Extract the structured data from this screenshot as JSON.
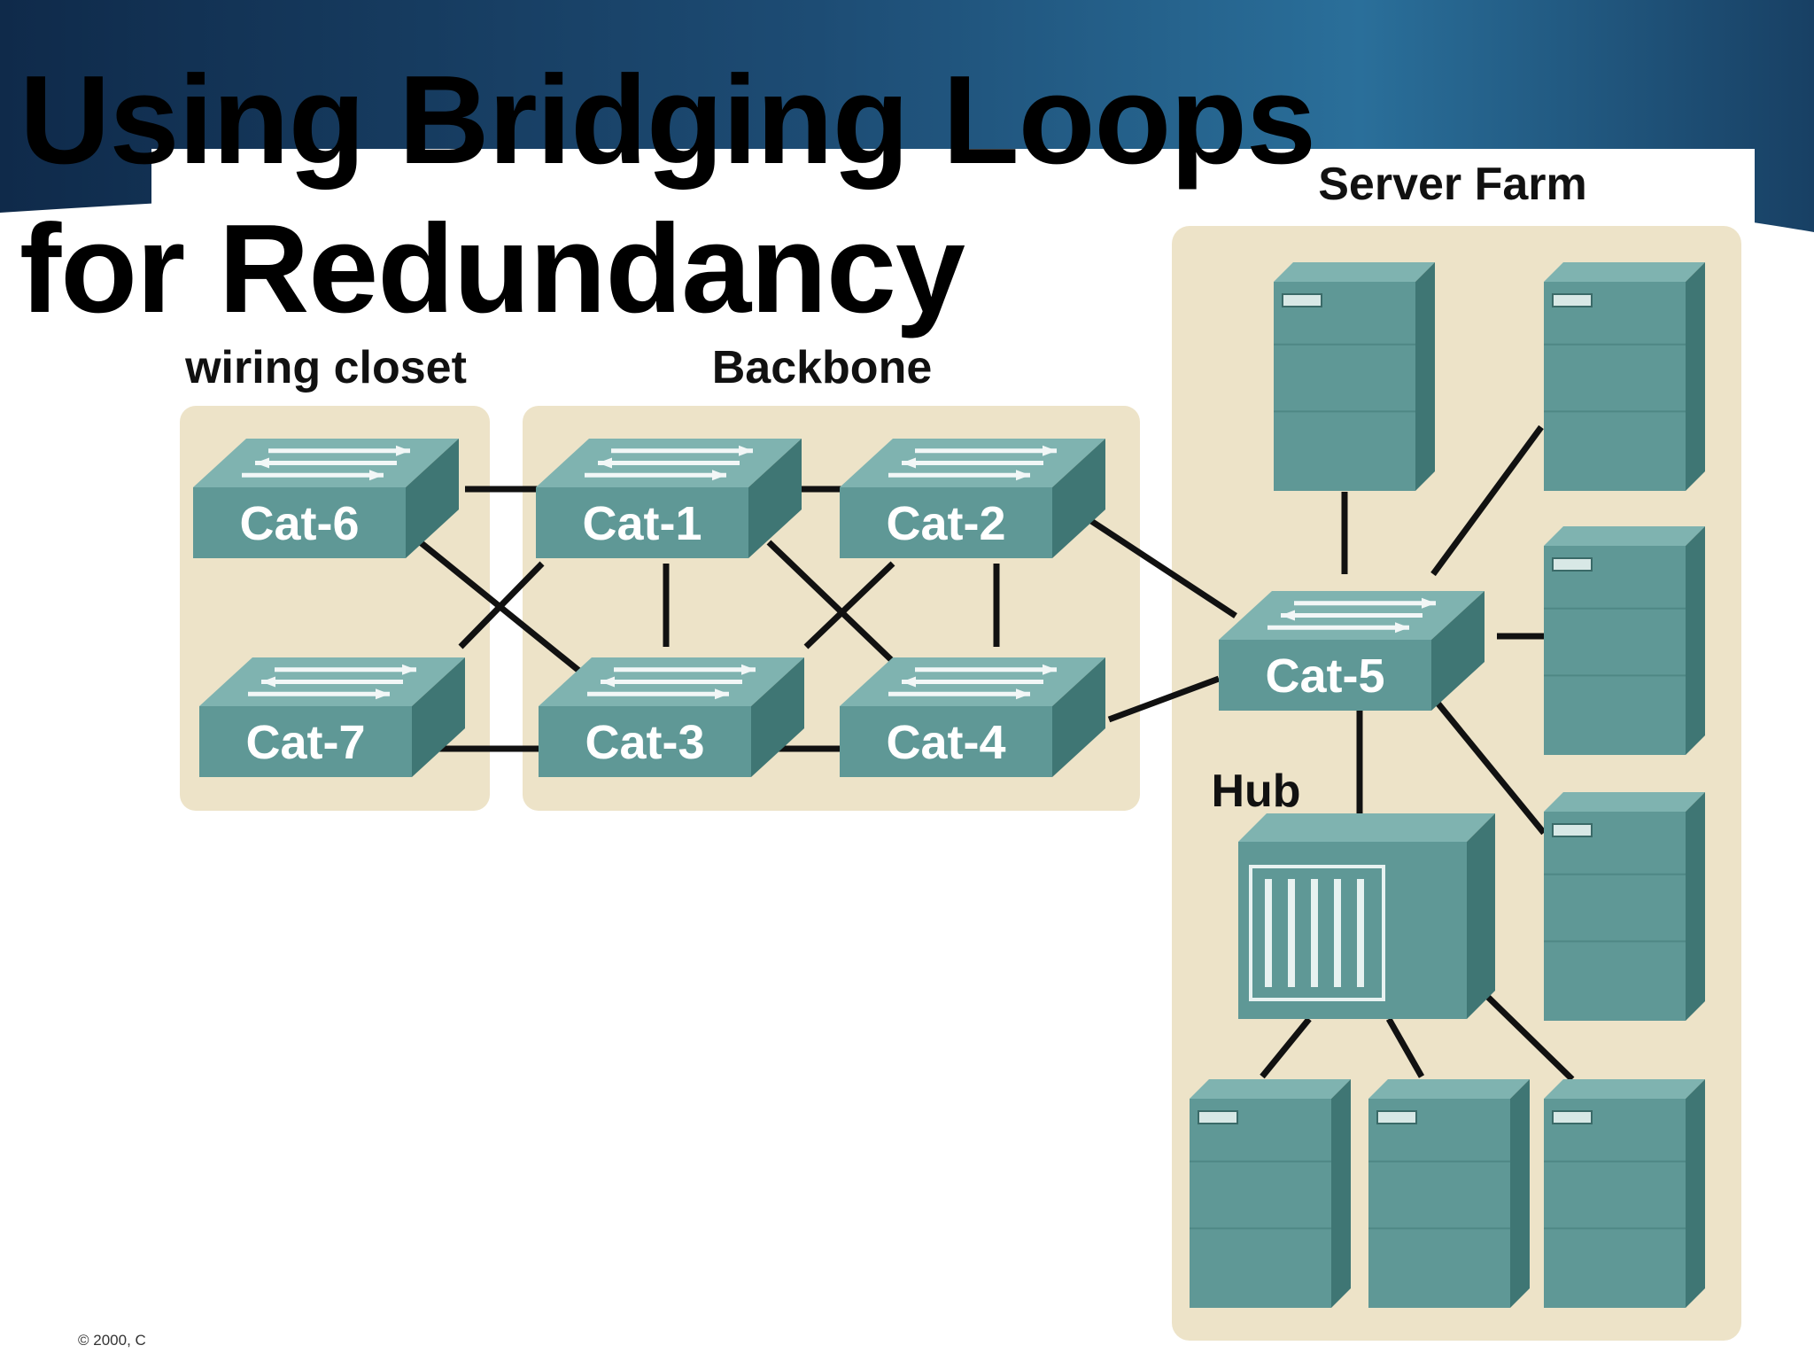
{
  "slide": {
    "title_line1": "Using Bridging Loops",
    "title_line2": "for Redundancy",
    "copyright": "© 2000, C"
  },
  "diagram": {
    "groups": [
      {
        "id": "wiring-closet",
        "label": "wiring closet"
      },
      {
        "id": "backbone",
        "label": "Backbone"
      },
      {
        "id": "server-farm",
        "label": "Server Farm"
      }
    ],
    "switches": [
      {
        "id": "cat6",
        "label": "Cat-6"
      },
      {
        "id": "cat7",
        "label": "Cat-7"
      },
      {
        "id": "cat1",
        "label": "Cat-1"
      },
      {
        "id": "cat2",
        "label": "Cat-2"
      },
      {
        "id": "cat3",
        "label": "Cat-3"
      },
      {
        "id": "cat4",
        "label": "Cat-4"
      },
      {
        "id": "cat5",
        "label": "Cat-5"
      }
    ],
    "hub": {
      "id": "hub",
      "label": "Hub"
    },
    "servers": [
      "server-1",
      "server-2",
      "server-3",
      "server-4",
      "server-5",
      "server-6",
      "server-7"
    ],
    "links": [
      [
        "cat6",
        "cat1"
      ],
      [
        "cat6",
        "cat3"
      ],
      [
        "cat7",
        "cat1"
      ],
      [
        "cat7",
        "cat3"
      ],
      [
        "cat1",
        "cat2"
      ],
      [
        "cat1",
        "cat3"
      ],
      [
        "cat1",
        "cat4"
      ],
      [
        "cat2",
        "cat3"
      ],
      [
        "cat2",
        "cat4"
      ],
      [
        "cat3",
        "cat4"
      ],
      [
        "cat2",
        "cat5"
      ],
      [
        "cat4",
        "cat5"
      ],
      [
        "cat5",
        "hub"
      ],
      [
        "cat5",
        "server-1"
      ],
      [
        "cat5",
        "server-2"
      ],
      [
        "cat5",
        "server-3"
      ],
      [
        "cat5",
        "server-4"
      ],
      [
        "hub",
        "server-5"
      ],
      [
        "hub",
        "server-6"
      ],
      [
        "hub",
        "server-7"
      ]
    ],
    "colors": {
      "group_fill": "#ede3c8",
      "device_top": "#7fb3b0",
      "device_front": "#5f9896",
      "device_side": "#3f7674",
      "link": "#111111",
      "banner_dark": "#0f2a4a",
      "banner_light": "#2a6f9a"
    }
  }
}
